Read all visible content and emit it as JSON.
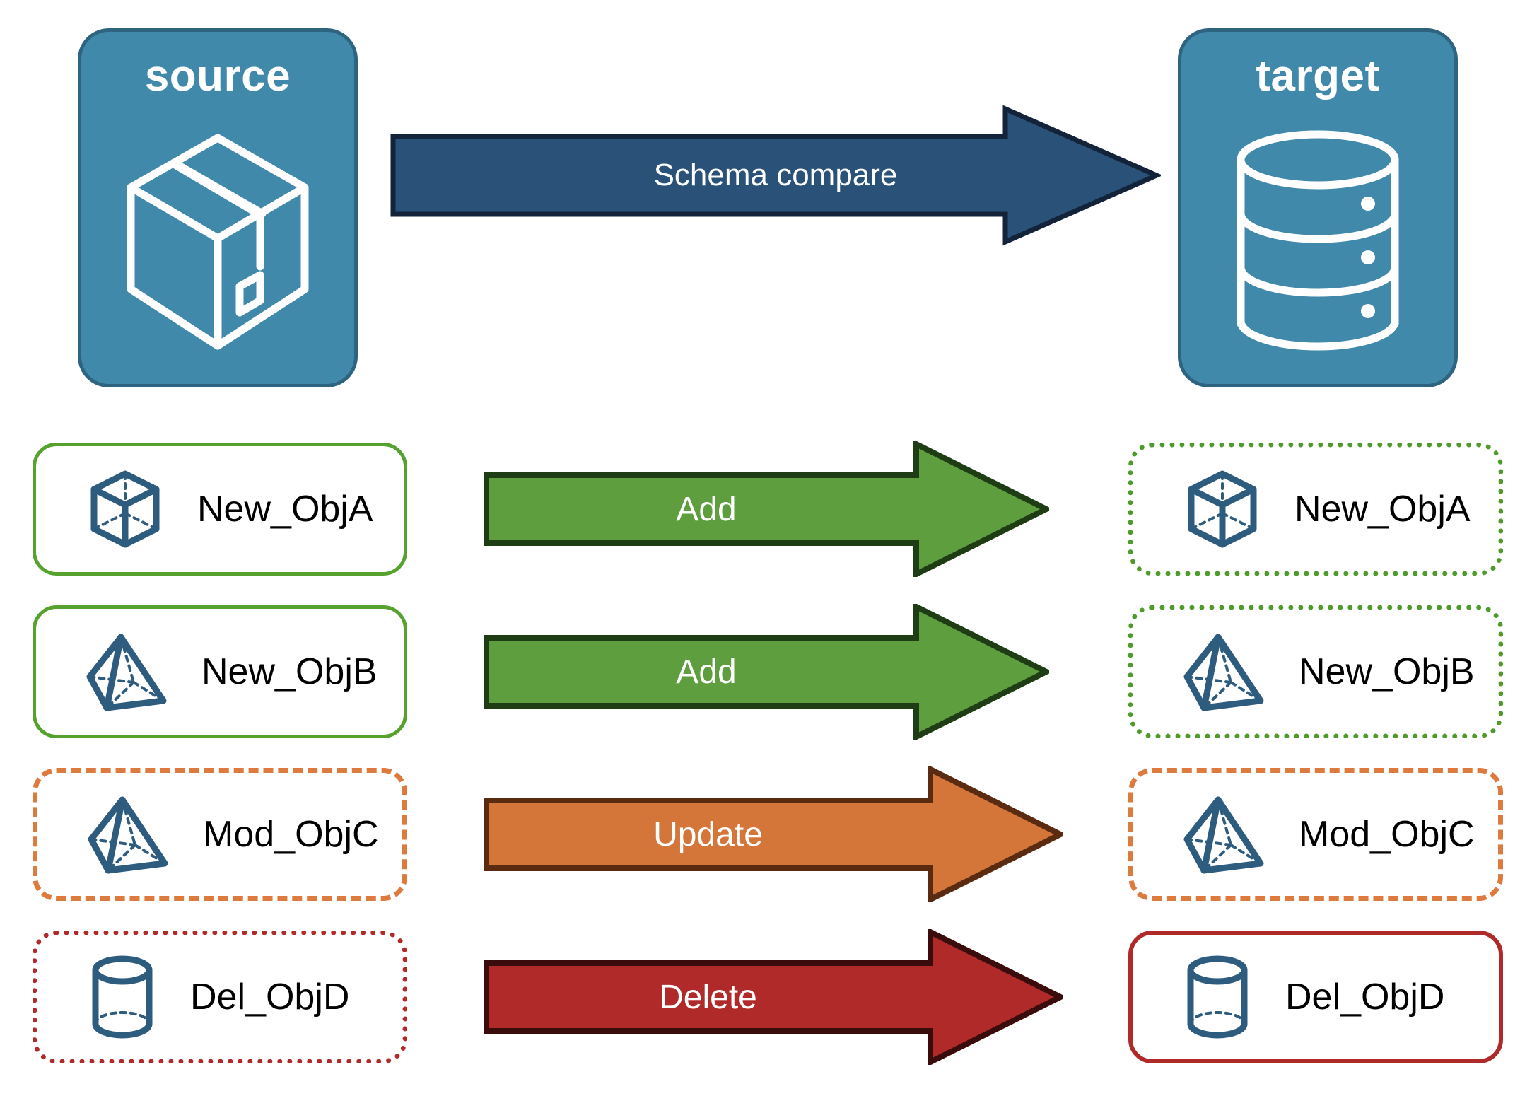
{
  "diagram": {
    "title_source": "source",
    "title_target": "target",
    "compare_arrow_label": "Schema compare",
    "icons": {
      "source": "package-box-icon",
      "target": "database-stack-icon"
    },
    "colors": {
      "endpoint_fill": "#4189AB",
      "endpoint_border": "#2E6480",
      "compare_arrow_fill": "#2A5279",
      "compare_arrow_border": "#13233A",
      "add_fill": "#5E9E3E",
      "add_border": "#1F3D14",
      "update_fill": "#D4763A",
      "update_border": "#5A2B11",
      "delete_fill": "#B02A2A",
      "delete_border": "#3B0C0C",
      "shape_stroke": "#2E5C7E",
      "green": "#4E9B2B",
      "orange": "#DD7A3D",
      "red": "#B02A2A"
    },
    "rows": [
      {
        "id": "row-add-a",
        "action": "Add",
        "source_label": "New_ObjA",
        "target_label": "New_ObjA",
        "shape": "cube-icon",
        "source_border": "solid-green",
        "target_border": "dotted-green",
        "arrow_color": "add"
      },
      {
        "id": "row-add-b",
        "action": "Add",
        "source_label": "New_ObjB",
        "target_label": "New_ObjB",
        "shape": "pyramid-icon",
        "source_border": "solid-green",
        "target_border": "dotted-green",
        "arrow_color": "add"
      },
      {
        "id": "row-update-c",
        "action": "Update",
        "source_label": "Mod_ObjC",
        "target_label": "Mod_ObjC",
        "shape": "pyramid-icon",
        "source_border": "dashed-orange",
        "target_border": "dashed-orange",
        "arrow_color": "update"
      },
      {
        "id": "row-delete-d",
        "action": "Delete",
        "source_label": "Del_ObjD",
        "target_label": "Del_ObjD",
        "shape": "cylinder-icon",
        "source_border": "dotted-red",
        "target_border": "solid-red",
        "arrow_color": "delete"
      }
    ]
  }
}
